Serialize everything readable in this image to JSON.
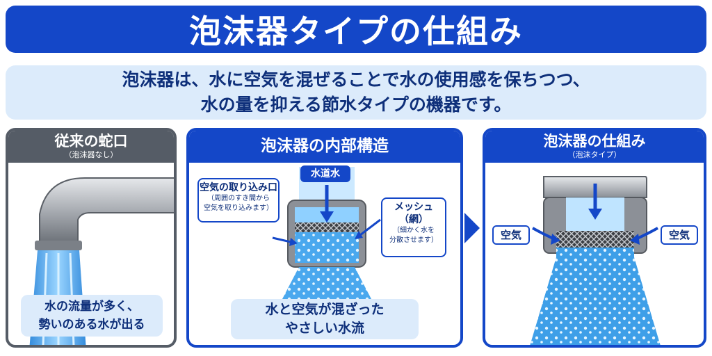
{
  "title": "泡沫器タイプの仕組み",
  "intro": {
    "line1": "泡沫器は、水に空気を混ぜることで水の使用感を保ちつつ、",
    "line2": "水の量を抑える節水タイプの機器です。"
  },
  "panels": [
    {
      "heading": "従来の蛇口",
      "subheading": "（泡沫器なし）",
      "caption_line1": "水の流量が多く、",
      "caption_line2": "勢いのある水が出る"
    },
    {
      "heading": "泡沫器の内部構造",
      "water_tag": "水道水",
      "air_inlet_label": "空気の取り込み口",
      "air_inlet_note_line1": "（周囲のすき間から",
      "air_inlet_note_line2": "空気を取り込みます）",
      "mesh_label_line1": "メッシュ",
      "mesh_label_line2": "（網）",
      "mesh_note_line1": "（細かく水を",
      "mesh_note_line2": "分散させます）",
      "caption_line1": "水と空気が混ざった",
      "caption_line2": "やさしい水流"
    },
    {
      "heading": "泡沫器の仕組み",
      "subheading": "（泡沫タイプ）",
      "air_left": "空気",
      "air_right": "空気"
    }
  ],
  "colors": {
    "brand_blue": "#1447c8",
    "light_blue": "#dcebfb",
    "gray_header": "#555c66",
    "water": "#4aa8ee"
  }
}
